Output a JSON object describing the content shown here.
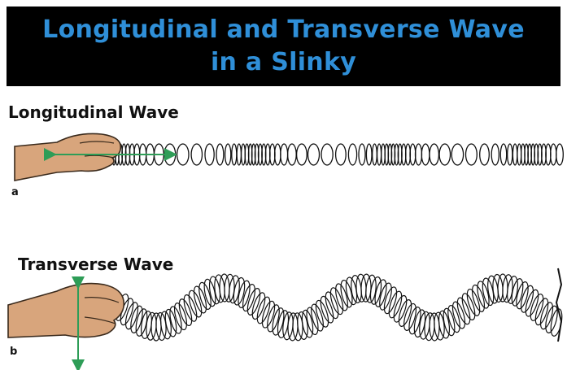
{
  "title": {
    "line1": "Longitudinal and Transverse Wave",
    "line2": "in a Slinky"
  },
  "panels": [
    {
      "heading": "Longitudinal Wave",
      "letter": "a"
    },
    {
      "heading": "Transverse Wave",
      "letter": "b"
    }
  ],
  "colors": {
    "title_text": "#2f8fd8",
    "banner_bg": "#000000",
    "hand": "#d8a57c",
    "longitudinal_arrow": "#2e9d57",
    "transverse_arrow": "#2e9d57"
  }
}
